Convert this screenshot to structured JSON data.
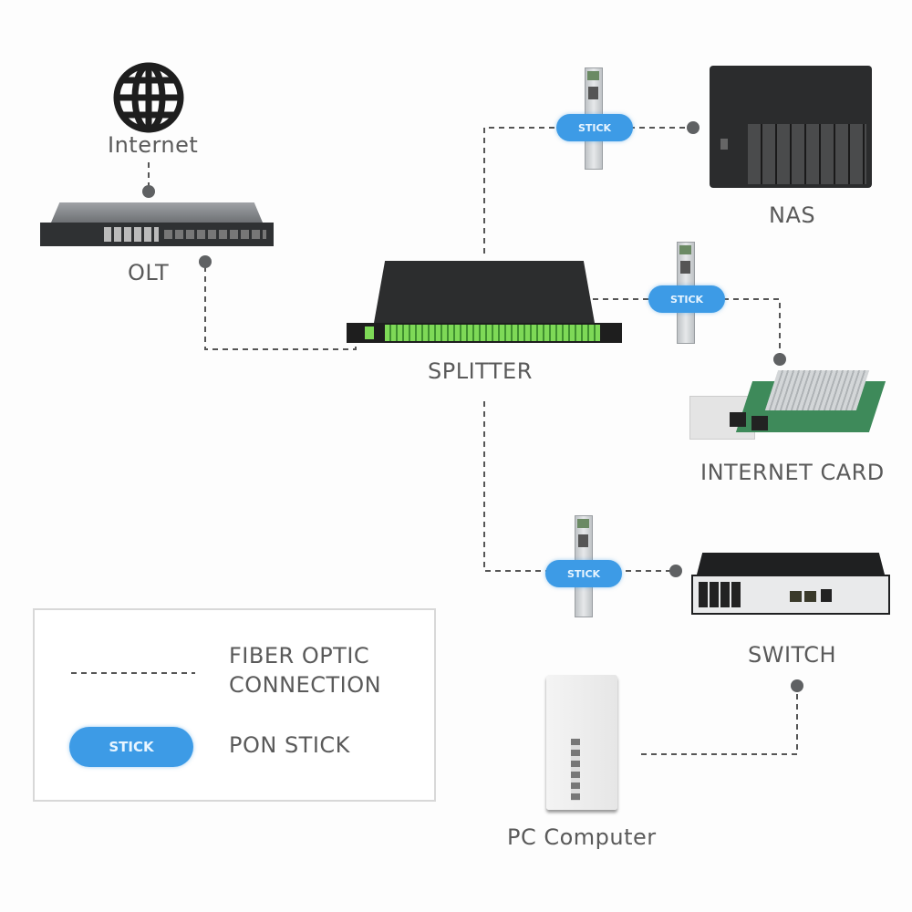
{
  "nodes": {
    "internet": {
      "label": "Internet",
      "icon": "globe-icon"
    },
    "olt": {
      "label": "OLT"
    },
    "splitter": {
      "label": "SPLITTER"
    },
    "nas": {
      "label": "NAS"
    },
    "internet_card": {
      "label": "INTERNET CARD"
    },
    "switch": {
      "label": "SWITCH"
    },
    "pc": {
      "label": "PC Computer"
    }
  },
  "sticks": [
    {
      "label": "STICK",
      "link": "splitter-nas"
    },
    {
      "label": "STICK",
      "link": "splitter-internet-card"
    },
    {
      "label": "STICK",
      "link": "splitter-switch"
    }
  ],
  "legend": {
    "items": [
      {
        "symbol": "dashed-line",
        "label_line1": "FIBER OPTIC",
        "label_line2": "CONNECTION"
      },
      {
        "symbol": "stick-badge",
        "badge_label": "STICK",
        "label": "PON STICK"
      }
    ]
  },
  "colors": {
    "stick_blue": "#3d9be6",
    "wire": "#555555",
    "splitter_port_green": "#7ed957"
  }
}
